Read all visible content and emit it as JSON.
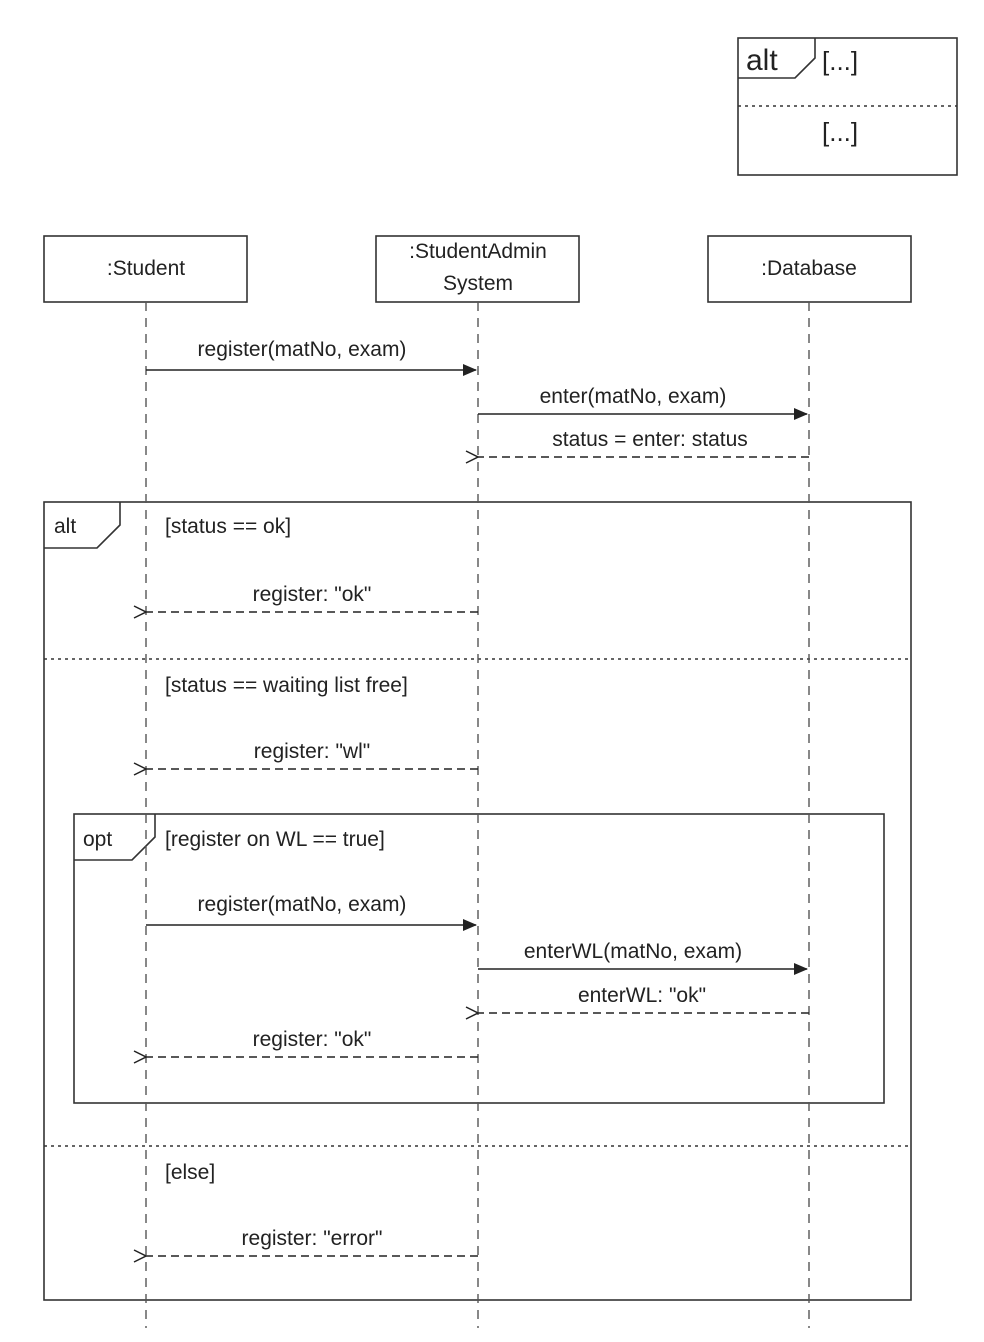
{
  "legend": {
    "operator": "alt",
    "guard_1": "[...]",
    "guard_2": "[...]"
  },
  "lifelines": [
    {
      "id": "student",
      "name": ":Student"
    },
    {
      "id": "sas",
      "name_line1": ":StudentAdmin",
      "name_line2": "System"
    },
    {
      "id": "db",
      "name": ":Database"
    }
  ],
  "messages": {
    "m1": "register(matNo, exam)",
    "m2": "enter(matNo, exam)",
    "m3": "status = enter: status",
    "m4": "register: \"ok\"",
    "m5": "register: \"wl\"",
    "m6": "register(matNo, exam)",
    "m7": "enterWL(matNo, exam)",
    "m8": "enterWL: \"ok\"",
    "m9": "register: \"ok\"",
    "m10": "register: \"error\""
  },
  "alt_fragment": {
    "operator": "alt",
    "guard_1": "[status == ok]",
    "guard_2": "[status == waiting list free]",
    "guard_3": "[else]"
  },
  "opt_fragment": {
    "operator": "opt",
    "guard": "[register on WL == true]"
  }
}
